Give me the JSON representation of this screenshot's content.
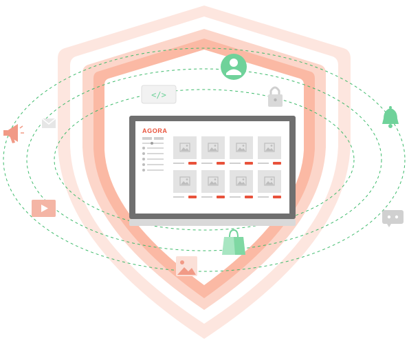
{
  "brand": {
    "name": "AGORA",
    "accent": "#e8523b"
  },
  "colors": {
    "shield_outer": "#fde3dc",
    "shield_mid": "#fcd2c4",
    "shield_inner": "#f9a98f",
    "orbit": "#3cba6a",
    "green_icon": "#6fd29a",
    "grey_icon": "#d9d9d9",
    "monitor_frame": "#6f6f6f",
    "monitor_base": "#d7d7d7"
  },
  "screen": {
    "sidebar_items": 5,
    "products": 8
  },
  "orbit_icons": [
    "user-avatar-icon",
    "code-brackets-icon",
    "padlock-icon",
    "bell-icon",
    "megaphone-icon",
    "email-icon",
    "video-player-icon",
    "chat-bubble-icon",
    "shopping-bag-icon",
    "image-icon"
  ]
}
